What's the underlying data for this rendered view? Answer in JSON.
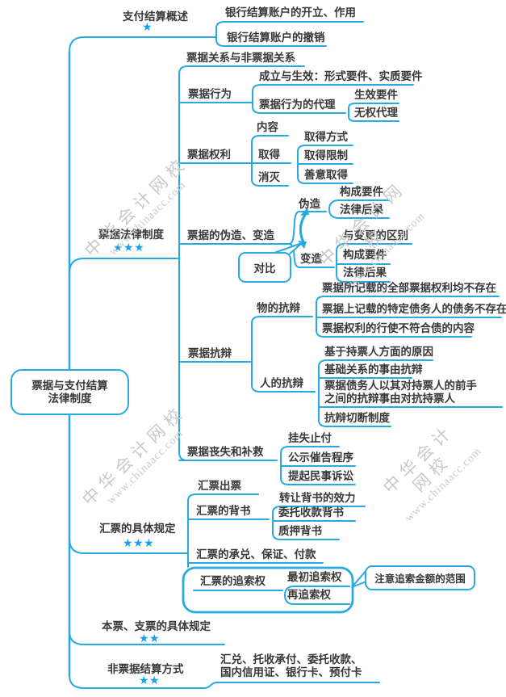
{
  "watermark": {
    "cn": "中华会计网校",
    "url": "www.chinaacc.com"
  },
  "root": {
    "line1": "票据与支付结算",
    "line2": "法律制度"
  },
  "b1": {
    "label": "支付结算概述",
    "stars": "★",
    "open": "银行结算账户的开立、作用",
    "revoke": "银行结算账户的撤销"
  },
  "b2": {
    "label": "票据法律制度",
    "stars": "★★★",
    "relation": "票据关系与非票据关系",
    "behavior": {
      "label": "票据行为",
      "establish": "成立与生效：形式要件、实质要件",
      "agent": {
        "label": "票据行为的代理",
        "effective": "生效要件",
        "unauthorized": "无权代理"
      }
    },
    "rights": {
      "label": "票据权利",
      "content": "内容",
      "acquire": {
        "label": "取得",
        "method": "取得方式",
        "limit": "取得限制",
        "goodfaith": "善意取得"
      },
      "extinguish": "消灭"
    },
    "forgery": {
      "label": "票据的伪造、变造",
      "compare": "对比",
      "forge": {
        "label": "伪造",
        "elements": "构成要件",
        "consequence": "法律后果"
      },
      "alter": {
        "label": "变造",
        "difference": "与变更的区别",
        "elements": "构成要件",
        "consequence": "法律后果"
      }
    },
    "defense": {
      "label": "票据抗辩",
      "real": {
        "label": "物的抗辩",
        "item1": "票据所记载的全部票据权利均不存在",
        "item2": "票据上记载的特定债务人的债务不存在",
        "item3": "票据权利的行使不符合债的内容"
      },
      "personal": {
        "label": "人的抗辩",
        "item1": "基于持票人方面的原因",
        "item2": "基础关系的事由抗辩",
        "item3a": "票据债务人以其对持票人的前手",
        "item3b": "之间的抗辩事由对抗持票人",
        "item4": "抗辩切断制度"
      }
    },
    "loss": {
      "label": "票据丧失和补救",
      "item1": "挂失止付",
      "item2": "公示催告程序",
      "item3": "提起民事诉讼"
    }
  },
  "b3": {
    "label": "汇票的具体规定",
    "stars": "★★★",
    "issue": "汇票出票",
    "endorse": {
      "label": "汇票的背书",
      "item1": "转让背书的效力",
      "item2": "委托收款背书",
      "item3": "质押背书"
    },
    "accept": "汇票的承兑、保证、付款",
    "recourse": {
      "label": "汇票的追索权",
      "first": "最初追索权",
      "again": "再追索权",
      "note": "注意追索金额的范围"
    }
  },
  "b4": {
    "label": "本票、支票的具体规定",
    "stars": "★★"
  },
  "b5": {
    "label": "非票据结算方式",
    "stars": "★★",
    "line1": "汇兑、托收承付、委托收款、",
    "line2": "国内信用证、银行卡、预付卡"
  }
}
